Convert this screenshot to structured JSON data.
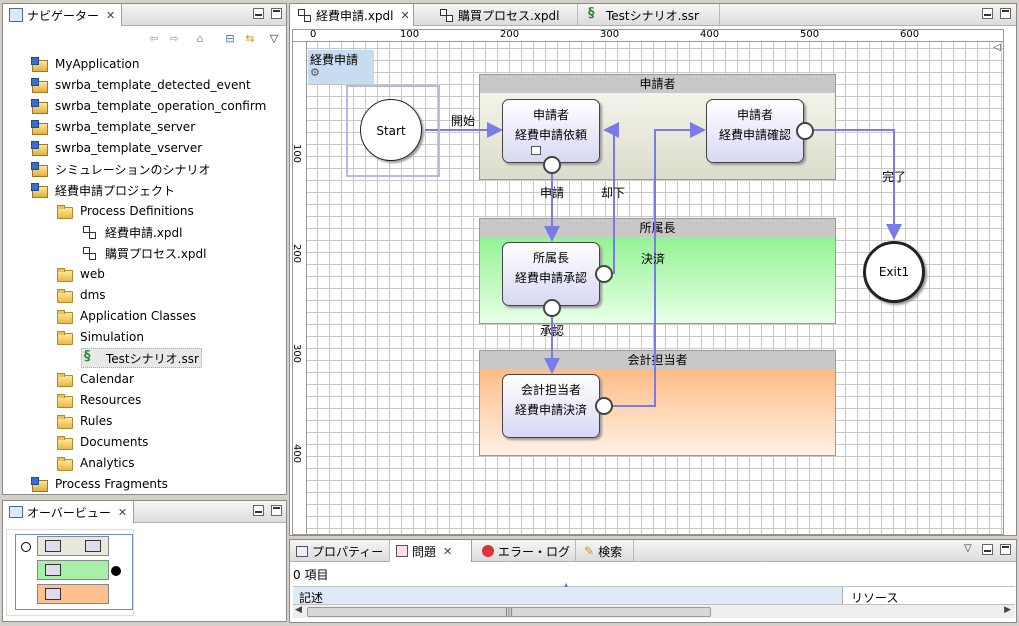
{
  "navigator": {
    "title": "ナビゲーター",
    "items": [
      {
        "label": "MyApplication",
        "icon": "project-icon"
      },
      {
        "label": "swrba_template_detected_event",
        "icon": "project-icon"
      },
      {
        "label": "swrba_template_operation_confirm",
        "icon": "project-icon"
      },
      {
        "label": "swrba_template_server",
        "icon": "project-icon"
      },
      {
        "label": "swrba_template_vserver",
        "icon": "project-icon"
      },
      {
        "label": "シミュレーションのシナリオ",
        "icon": "project-icon"
      },
      {
        "label": "経費申請プロジェクト",
        "icon": "project-icon"
      },
      {
        "label": "Process Definitions",
        "icon": "folder-icon"
      },
      {
        "label": "経費申請.xpdl",
        "icon": "xpdl-file-icon"
      },
      {
        "label": "購買プロセス.xpdl",
        "icon": "xpdl-file-icon"
      },
      {
        "label": "web",
        "icon": "folder-icon"
      },
      {
        "label": "dms",
        "icon": "folder-icon"
      },
      {
        "label": "Application Classes",
        "icon": "folder-icon"
      },
      {
        "label": "Simulation",
        "icon": "folder-icon"
      },
      {
        "label": "Testシナリオ.ssr",
        "icon": "ssr-file-icon"
      },
      {
        "label": "Calendar",
        "icon": "folder-icon"
      },
      {
        "label": "Resources",
        "icon": "folder-icon"
      },
      {
        "label": "Rules",
        "icon": "folder-icon"
      },
      {
        "label": "Documents",
        "icon": "folder-icon"
      },
      {
        "label": "Analytics",
        "icon": "folder-icon"
      },
      {
        "label": "Process Fragments",
        "icon": "project-icon"
      }
    ]
  },
  "overview": {
    "title": "オーバービュー"
  },
  "editor": {
    "tabs": [
      {
        "label": "経費申請.xpdl",
        "active": true
      },
      {
        "label": "購買プロセス.xpdl",
        "active": false
      },
      {
        "label": "Testシナリオ.ssr",
        "active": false
      }
    ],
    "ruler_x": [
      "0",
      "100",
      "200",
      "300",
      "400",
      "500",
      "600"
    ],
    "ruler_y": [
      "100",
      "200",
      "300",
      "400"
    ],
    "process_name": "経費申請",
    "lanes": {
      "applicant": "申請者",
      "manager": "所属長",
      "accounting": "会計担当者"
    },
    "activities": {
      "request": {
        "role": "申請者",
        "name": "経費申請依頼"
      },
      "confirm": {
        "role": "申請者",
        "name": "経費申請確認"
      },
      "approve": {
        "role": "所属長",
        "name": "経費申請承認"
      },
      "settle": {
        "role": "会計担当者",
        "name": "経費申請決済"
      }
    },
    "events": {
      "start": "Start",
      "end": "Exit1"
    },
    "flow_labels": {
      "start": "開始",
      "apply": "申請",
      "reject": "却下",
      "done": "完了",
      "settled": "決済",
      "approved": "承認"
    },
    "colors": {
      "flow": "#7b7be8",
      "lane_applicant": "#e6e6da",
      "lane_manager": "#a6f5a6",
      "lane_accounting": "#ffbf8a"
    }
  },
  "bottom": {
    "tabs": [
      {
        "label": "プロパティー",
        "active": false
      },
      {
        "label": "問題",
        "active": true
      },
      {
        "label": "エラー・ログ",
        "active": false
      },
      {
        "label": "検索",
        "active": false
      }
    ],
    "summary": "0 項目",
    "columns": [
      "記述",
      "リソース"
    ]
  }
}
